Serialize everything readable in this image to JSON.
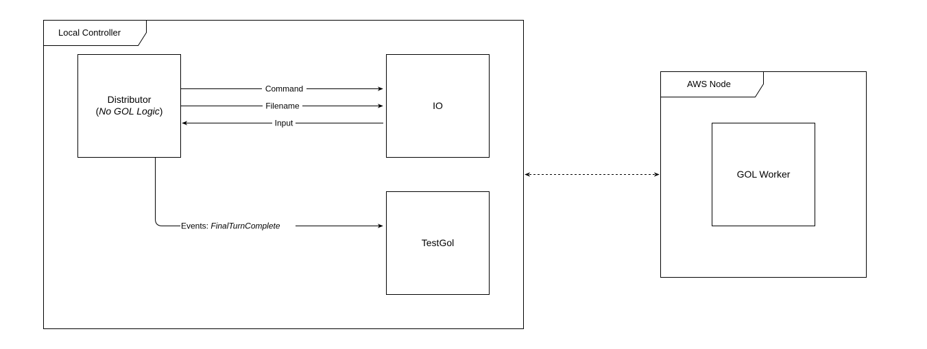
{
  "diagram": {
    "local_controller": {
      "title": "Local Controller"
    },
    "aws_node": {
      "title": "AWS Node"
    },
    "distributor": {
      "line1": "Distributor",
      "line2_open": "(",
      "line2_italic": "No GOL Logic",
      "line2_close": ")"
    },
    "io": {
      "label": "IO"
    },
    "testgol": {
      "label": "TestGol"
    },
    "gol_worker": {
      "label": "GOL Worker"
    },
    "edges": {
      "command": "Command",
      "filename": "Filename",
      "input": "Input",
      "events_prefix": "Events: ",
      "events_italic": "FinalTurnComplete"
    }
  },
  "colors": {
    "stroke": "#000000",
    "fill": "#ffffff"
  }
}
